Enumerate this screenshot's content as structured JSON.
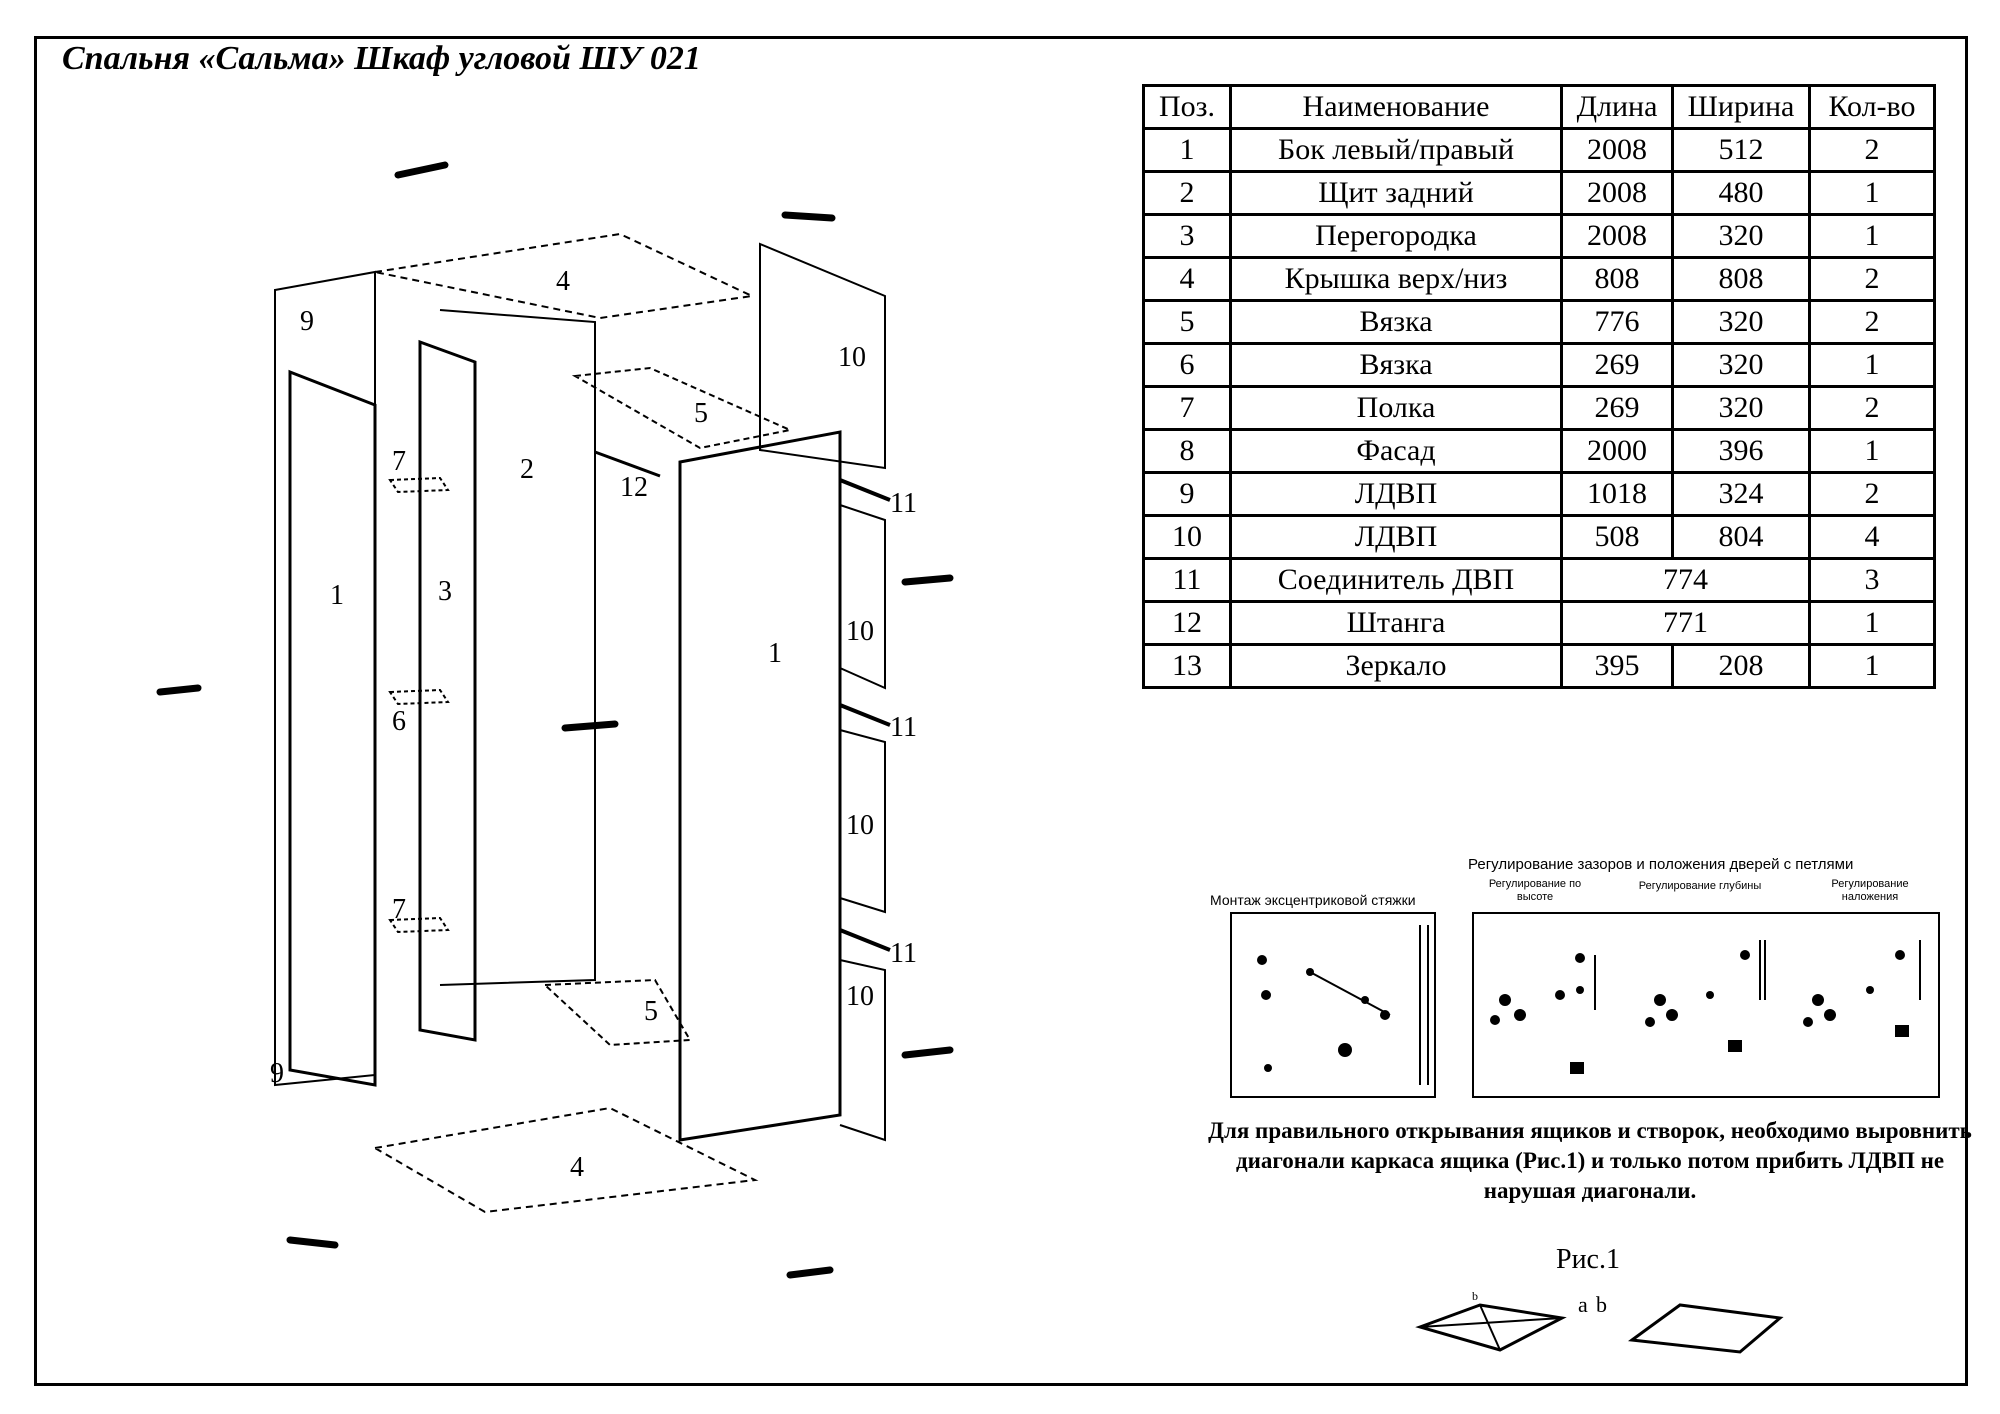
{
  "title": "Спальня «Сальма» Шкаф угловой ШУ 021",
  "table": {
    "headers": [
      "Поз.",
      "Наименование",
      "Длина",
      "Ширина",
      "Кол-во"
    ],
    "rows": [
      {
        "pos": "1",
        "name": "Бок левый/правый",
        "length": "2008",
        "width": "512",
        "qty": "2"
      },
      {
        "pos": "2",
        "name": "Щит задний",
        "length": "2008",
        "width": "480",
        "qty": "1"
      },
      {
        "pos": "3",
        "name": "Перегородка",
        "length": "2008",
        "width": "320",
        "qty": "1"
      },
      {
        "pos": "4",
        "name": "Крышка верх/низ",
        "length": "808",
        "width": "808",
        "qty": "2"
      },
      {
        "pos": "5",
        "name": "Вязка",
        "length": "776",
        "width": "320",
        "qty": "2"
      },
      {
        "pos": "6",
        "name": "Вязка",
        "length": "269",
        "width": "320",
        "qty": "1"
      },
      {
        "pos": "7",
        "name": "Полка",
        "length": "269",
        "width": "320",
        "qty": "2"
      },
      {
        "pos": "8",
        "name": "Фасад",
        "length": "2000",
        "width": "396",
        "qty": "1"
      },
      {
        "pos": "9",
        "name": "ЛДВП",
        "length": "1018",
        "width": "324",
        "qty": "2"
      },
      {
        "pos": "10",
        "name": "ЛДВП",
        "length": "508",
        "width": "804",
        "qty": "4"
      },
      {
        "pos": "11",
        "name": "Соединитель ДВП",
        "combined": "774",
        "qty": "3"
      },
      {
        "pos": "12",
        "name": "Штанга",
        "combined": "771",
        "qty": "1"
      },
      {
        "pos": "13",
        "name": "Зеркало",
        "length": "395",
        "width": "208",
        "qty": "1"
      }
    ]
  },
  "diagram_labels": {
    "l4_top": "4",
    "l9_top": "9",
    "l10_a": "10",
    "l5_top": "5",
    "l7_a": "7",
    "l2": "2",
    "l12": "12",
    "l11_a": "11",
    "l1_left": "1",
    "l3": "3",
    "l1_right": "1",
    "l10_b": "10",
    "l6": "6",
    "l11_b": "11",
    "l10_c": "10",
    "l7_b": "7",
    "l11_c": "11",
    "l5_bottom": "5",
    "l10_d": "10",
    "l9_bottom": "9",
    "l4_bottom": "4"
  },
  "instructions": {
    "eccentric_title": "Монтаж эксцентриковой стяжки",
    "hinge_title": "Регулирование зазоров и положения дверей с петлями",
    "hinge_height": "Регулирование по высоте",
    "hinge_depth": "Регулирование глубины",
    "hinge_overlay": "Регулирование наложения",
    "note": "Для правильного открывания ящиков и створок, необходимо выровнить диагонали каркаса ящика (Рис.1) и только потом прибить ЛДВП не нарушая диагонали.",
    "fig_caption": "Рис.1",
    "diag_a": "a",
    "diag_b": "b",
    "diag_b2": "b"
  }
}
